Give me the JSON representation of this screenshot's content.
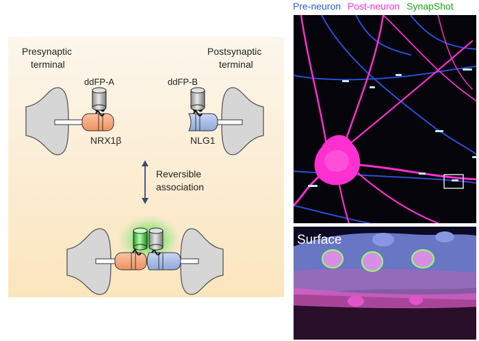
{
  "schematic": {
    "pre_title_line1": "Presynaptic",
    "pre_title_line2": "terminal",
    "post_title_line1": "Postsynaptic",
    "post_title_line2": "terminal",
    "ddfp_a": "ddFP-A",
    "ddfp_b": "ddFP-B",
    "nrx": "NRX1β",
    "nlg": "NLG1",
    "assoc_line1": "Reversible",
    "assoc_line2": "association"
  },
  "micrograph": {
    "legend_pre": "Pre-neuron",
    "legend_post": "Post-neuron",
    "legend_synap": "SynapShot",
    "surface_label": "Surface"
  },
  "colors": {
    "panel_bg_top": "#fbf3e4",
    "panel_bg_bottom": "#fbe6c1",
    "terminal_gray": "#d6d6d6",
    "nrx_orange": "#f4a77a",
    "nlg_blue": "#a9bde6",
    "ddfp_green": "#3bd43b",
    "pre_blue": "#2a5ad9",
    "post_magenta": "#ff2fd0",
    "synap_green": "#17a817",
    "cyan": "#9ef0ff"
  },
  "icons": [
    "double-arrow-icon",
    "fluorescent-protein-icon"
  ]
}
